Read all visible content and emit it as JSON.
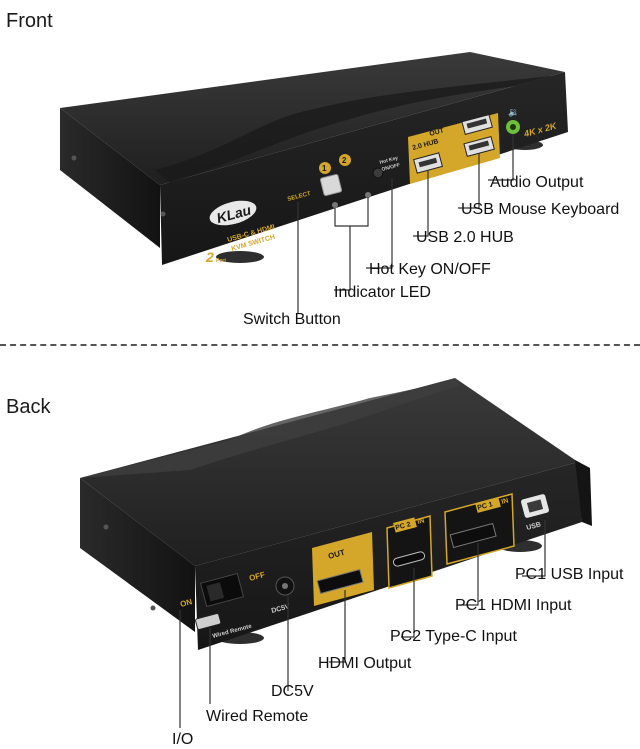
{
  "front": {
    "title": "Front",
    "device": {
      "brand": "KLau",
      "model_line1": "USB-C & HDMI",
      "model_line2": "KVM SWITCH",
      "ports_badge": "2",
      "ports_word": "Port",
      "select_label": "SELECT",
      "button_1": "1",
      "button_2": "2",
      "hotkey_line1": "Hot Key",
      "hotkey_line2": "ON/OFF",
      "out_label": "OUT",
      "hub_label": "2.0 HUB",
      "resolution": "4K x 2K"
    },
    "callouts": {
      "audio_output": "Audio Output",
      "usb_mouse_keyboard": "USB Mouse Keyboard",
      "usb_hub": "USB 2.0 HUB",
      "hot_key": "Hot Key ON/OFF",
      "indicator_led": "Indicator LED",
      "switch_button": "Switch Button"
    }
  },
  "back": {
    "title": "Back",
    "device": {
      "on_label": "ON",
      "off_label": "OFF",
      "dc_label": "DC5V",
      "wired_remote_label": "Wired Remote",
      "out_label": "OUT",
      "pc2_label": "PC 2",
      "pc2_in": "IN",
      "pc1_label": "PC 1",
      "pc1_in": "IN",
      "usb_label": "USB"
    },
    "callouts": {
      "pc1_usb": "PC1 USB Input",
      "pc1_hdmi": "PC1 HDMI Input",
      "pc2_typec": "PC2 Type-C Input",
      "hdmi_output": "HDMI Output",
      "dc5v": "DC5V",
      "wired_remote": "Wired Remote",
      "io": "I/O"
    }
  },
  "colors": {
    "device_body": "#1e1e1e",
    "device_top": "#2c2c2c",
    "gold_accent": "#d4a62a",
    "audio_green": "#6fbf3b",
    "leader_line": "#333333"
  }
}
